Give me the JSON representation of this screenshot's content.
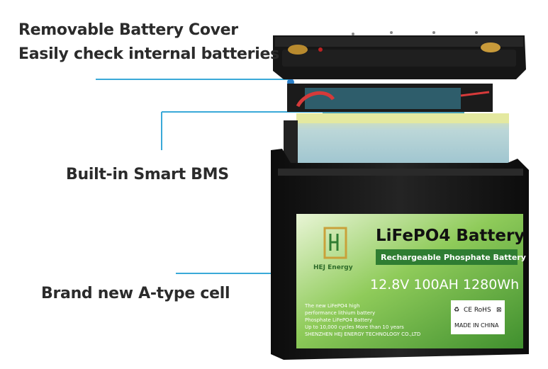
{
  "callouts": {
    "cover_line1": "Removable Battery Cover",
    "cover_line2": "Easily check internal batteries",
    "bms": "Built-in Smart BMS",
    "cell": "Brand new A-type cell"
  },
  "label": {
    "brand": "HEJ Energy",
    "title": "LiFePO4 Battery",
    "subtitle": "Rechargeable Phosphate Battery",
    "specs": "12.8V 100AH 1280Wh",
    "desc_line1": "The new LiFePO4 high",
    "desc_line2": "performance lithium battery",
    "desc_line3": "Phosphate LiFePO4 Battery",
    "desc_line4": "Up to 10,000 cycles More than 10 years",
    "desc_line5": "SHENZHEN HEJ ENERGY TECHNOLOGY CO.,LTD",
    "cert": "CE RoHS",
    "origin": "MADE IN CHINA"
  },
  "colors": {
    "callout_line": "#3aa9d8",
    "case": "#1a1a1a",
    "cell_pack": "#a9ccd6",
    "label_green": "#6db33f",
    "label_dark_green": "#2f7d32"
  }
}
